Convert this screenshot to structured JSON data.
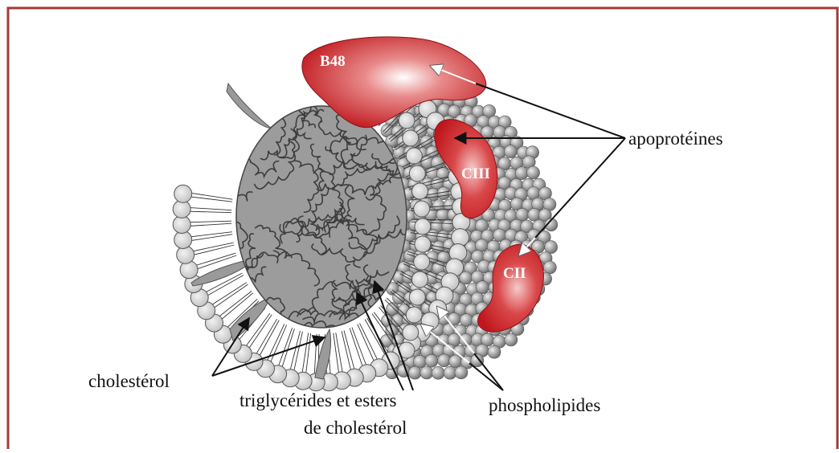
{
  "labels": {
    "b48": "B48",
    "ciii": "CIII",
    "cii": "CII",
    "apoproteines": "apoprotéines",
    "cholesterol": "cholestérol",
    "triglycerides_line1": "triglycérides et esters",
    "triglycerides_line2": "de cholestérol",
    "phospholipides": "phospholipides"
  },
  "colors": {
    "frame_border": "#a33a36",
    "protein_red": "#c81e22",
    "core_gray": "#9c9c9c",
    "bead_gray": "#8a8a8a",
    "head_gray": "#d2d2d2"
  }
}
